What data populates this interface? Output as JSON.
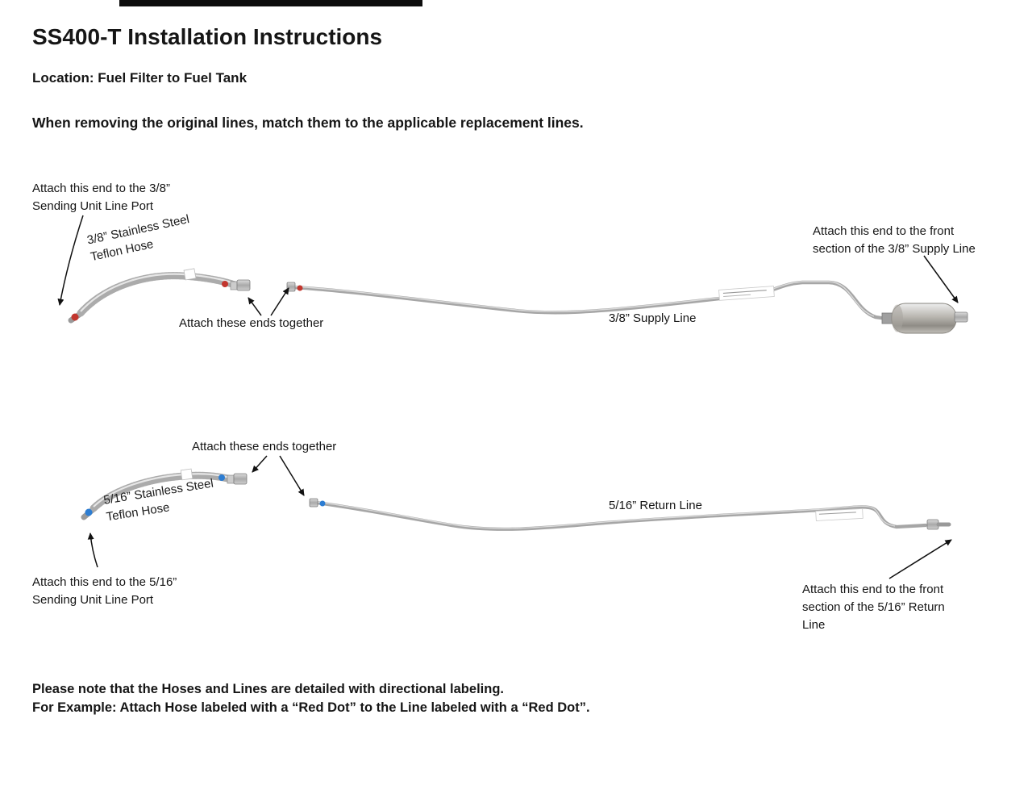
{
  "page": {
    "title": "SS400-T Installation Instructions",
    "location_line": "Location: Fuel Filter to Fuel Tank",
    "instruction_line": "When removing the original lines, match them to the applicable replacement lines.",
    "note_line1": "Please note that the Hoses and Lines are detailed with directional labeling.",
    "note_line2": "For Example: Attach Hose labeled with a “Red Dot” to the Line labeled with a “Red Dot”."
  },
  "supply_diagram": {
    "attach_sending_label": "Attach this end to the 3/8”\nSending Unit Line Port",
    "hose_label": "3/8” Stainless Steel\nTeflon Hose",
    "attach_together_label": "Attach these ends together",
    "line_label": "3/8” Supply Line",
    "attach_front_label": "Attach this end to the front\nsection of the 3/8” Supply Line",
    "dot_color": "#c2362e"
  },
  "return_diagram": {
    "attach_together_label": "Attach these ends together",
    "hose_label": "5/16” Stainless Steel\nTeflon Hose",
    "attach_sending_label": "Attach this end to the 5/16”\nSending Unit Line Port",
    "line_label": "5/16” Return Line",
    "attach_front_label": "Attach this end to the front\nsection of the 5/16” Return\nLine",
    "dot_color": "#2d7dd2"
  }
}
